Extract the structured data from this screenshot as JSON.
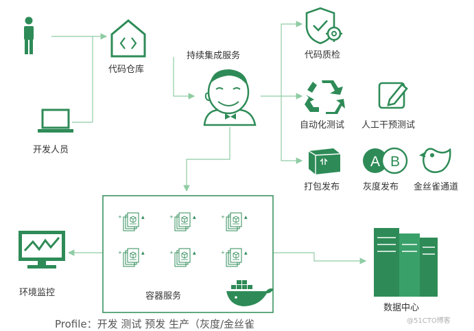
{
  "colors": {
    "accent": "#2e8b57",
    "line": "#8fcca3",
    "text": "#333333"
  },
  "labels": {
    "developer": "开发人员",
    "repo": "代码仓库",
    "ci": "持续集成服务",
    "quality": "代码质检",
    "auto_test": "自动化测试",
    "manual_test": "人工干预测试",
    "package": "打包发布",
    "gray_release": "灰度发布",
    "canary": "金丝雀通道",
    "container_service": "容器服务",
    "env_monitor": "环境监控",
    "data_center": "数据中心",
    "profile": "Profile：开发 测试 预发  生产（灰度/金丝雀",
    "watermark": "@51CTO博客"
  },
  "badge": {
    "a": "A",
    "b": "B"
  },
  "icons": {
    "person": "person-icon",
    "laptop": "laptop-icon",
    "repo": "code-repo-icon",
    "jenkins": "jenkins-icon",
    "shield": "shield-gear-icon",
    "recycle": "recycle-icon",
    "edit": "edit-icon",
    "box": "package-box-icon",
    "ab": "ab-badge-icon",
    "bird": "canary-bird-icon",
    "monitor": "monitor-icon",
    "server": "server-rack-icon",
    "docker": "docker-whale-icon",
    "container": "container-icon"
  }
}
